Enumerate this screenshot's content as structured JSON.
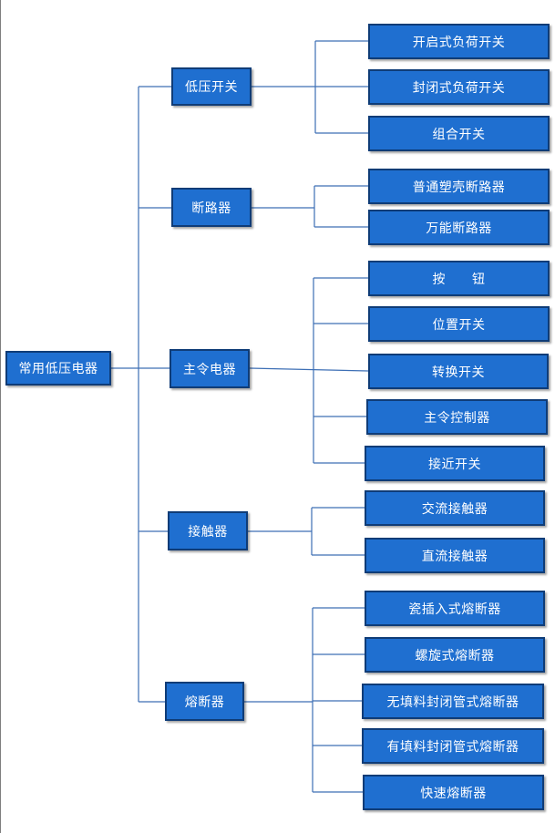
{
  "root": "常用低压电器",
  "colors": {
    "box_fill": "#1f6fd0",
    "box_border": "#0f3c77",
    "connector": "#3d6fb5",
    "text": "#ffffff"
  },
  "categories": [
    {
      "label": "低压开关",
      "children": [
        "开启式负荷开关",
        "封闭式负荷开关",
        "组合开关"
      ]
    },
    {
      "label": "断路器",
      "children": [
        "普通塑壳断路器",
        "万能断路器"
      ]
    },
    {
      "label": "主令电器",
      "children": [
        "按　　钮",
        "位置开关",
        "转换开关",
        "主令控制器",
        "接近开关"
      ]
    },
    {
      "label": "接触器",
      "children": [
        "交流接触器",
        "直流接触器"
      ]
    },
    {
      "label": "熔断器",
      "children": [
        "瓷插入式熔断器",
        "螺旋式熔断器",
        "无填料封闭管式熔断器",
        "有填料封闭管式熔断器",
        "快速熔断器"
      ]
    }
  ]
}
